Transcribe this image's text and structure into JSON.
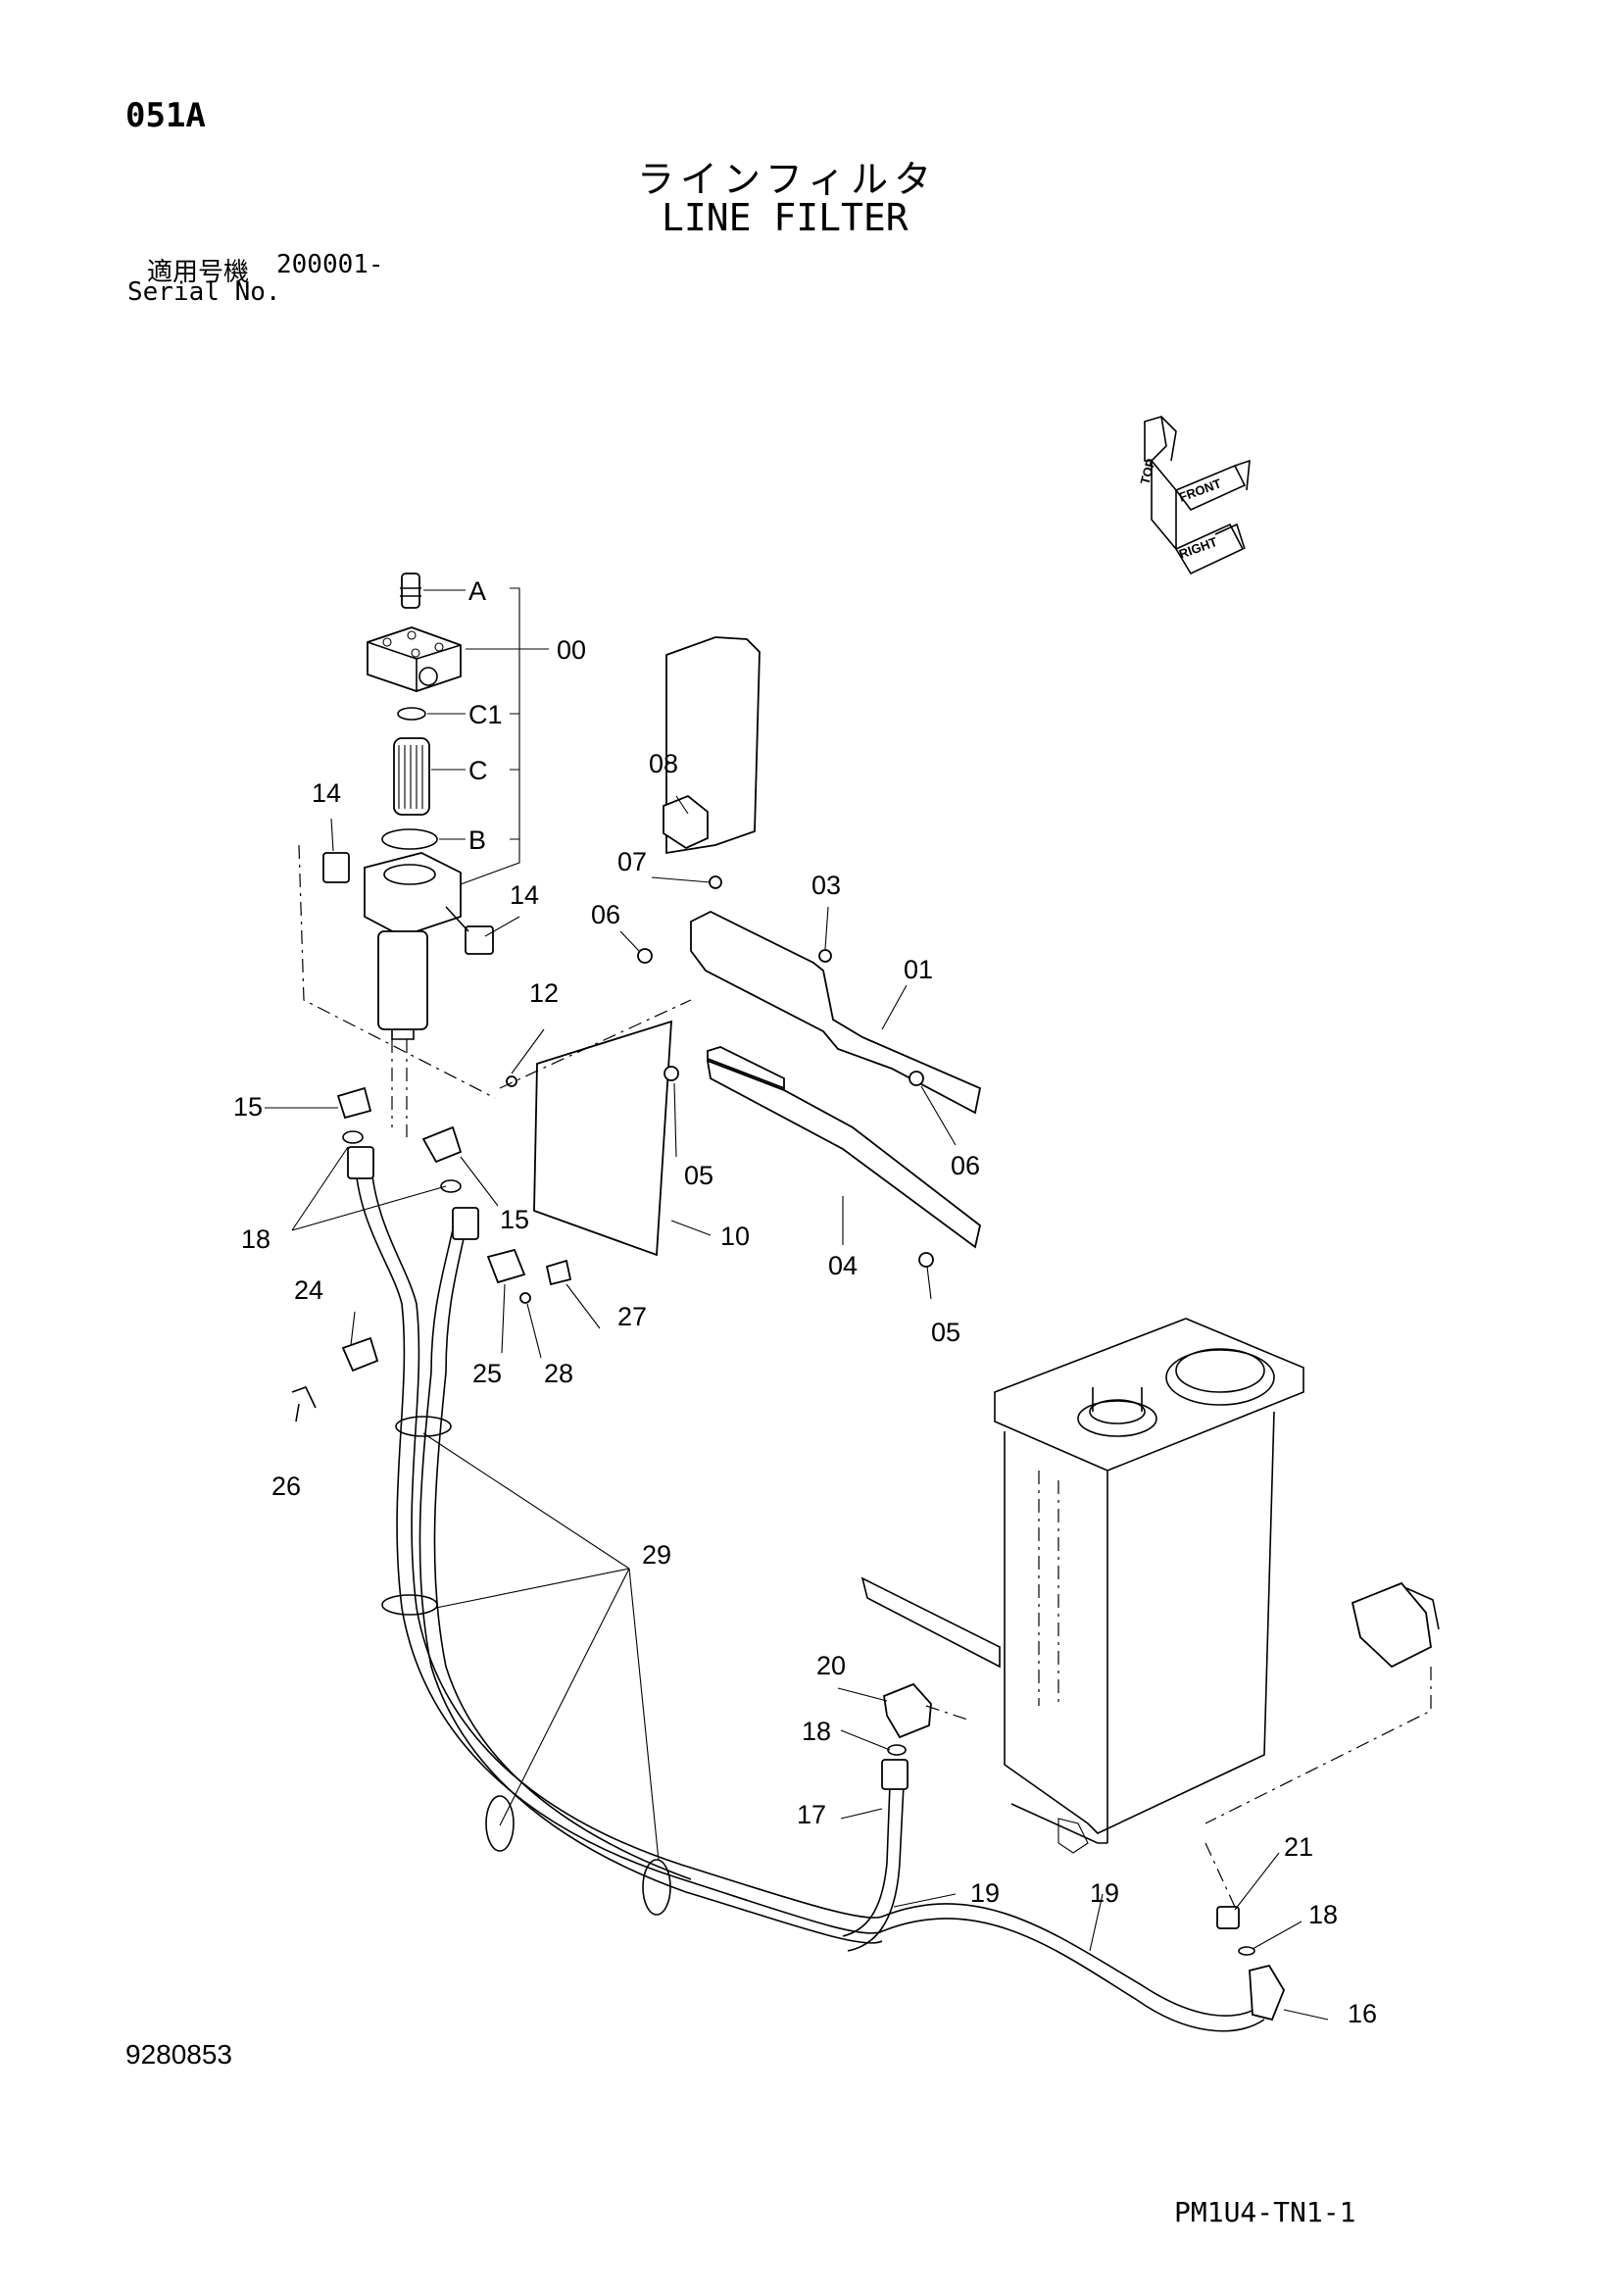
{
  "header": {
    "page_code": "051A",
    "title_jp": "ラインフィルタ",
    "title_en": "LINE FILTER",
    "serial_label_jp": "適用号機",
    "serial_value": "200001-",
    "serial_label_en": "Serial No."
  },
  "orientation_icon": {
    "labels": [
      "TOP",
      "FRONT",
      "RIGHT"
    ]
  },
  "callouts": {
    "A": "A",
    "B": "B",
    "C": "C",
    "C1": "C1",
    "p00": "00",
    "p01": "01",
    "p03": "03",
    "p04": "04",
    "p05a": "05",
    "p05b": "05",
    "p06a": "06",
    "p06b": "06",
    "p07": "07",
    "p08": "08",
    "p10": "10",
    "p12": "12",
    "p14a": "14",
    "p14b": "14",
    "p15a": "15",
    "p15b": "15",
    "p16": "16",
    "p17": "17",
    "p18a": "18",
    "p18b": "18",
    "p18c": "18",
    "p19a": "19",
    "p19b": "19",
    "p20": "20",
    "p21": "21",
    "p24": "24",
    "p25": "25",
    "p26": "26",
    "p27": "27",
    "p28": "28",
    "p29": "29"
  },
  "footer": {
    "drawing_number": "9280853",
    "page_ref": "PM1U4-TN1-1"
  }
}
